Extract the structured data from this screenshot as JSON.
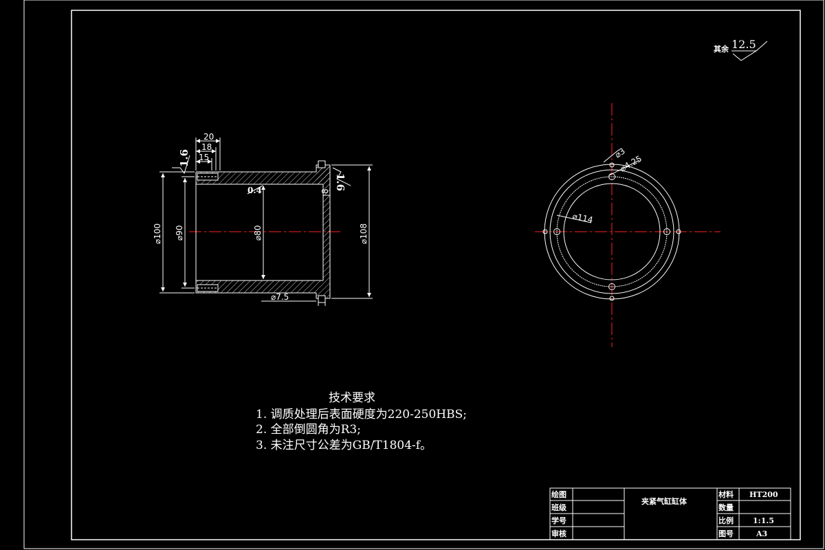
{
  "roughness": {
    "label": "其余",
    "value": "12.5"
  },
  "side_view": {
    "top_dims": [
      "20",
      "18",
      "15"
    ],
    "roughness_left": "1.6",
    "roughness_right": "1.6",
    "chamfer": "0.4",
    "small_dim": "8",
    "dia_100": "⌀100",
    "dia_90": "⌀90",
    "dia_80": "⌀80",
    "dia_108": "⌀108",
    "dia_7_5": "⌀7.5"
  },
  "front_view": {
    "dia_3": "⌀3",
    "dia_4_25": "⌀4.25",
    "dia_114": "⌀114"
  },
  "tech_requirements": {
    "title": "技术要求",
    "items": [
      "1. 调质处理后表面硬度为220-250HBS;",
      "2. 全部倒圆角为R3;",
      "3. 未注尺寸公差为GB/T1804-f。"
    ]
  },
  "title_block": {
    "draw_label": "绘图",
    "class_label": "班级",
    "student_no_label": "学号",
    "review_label": "审核",
    "part_name": "夹紧气缸缸体",
    "material_label": "材料",
    "material_value": "HT200",
    "quantity_label": "数量",
    "scale_label": "比例",
    "scale_value": "1:1.5",
    "drawing_no_label": "图号",
    "drawing_no_value": "A3"
  },
  "colors": {
    "background": "#000000",
    "line": "#ffffff",
    "centerline": "#ff2020"
  }
}
